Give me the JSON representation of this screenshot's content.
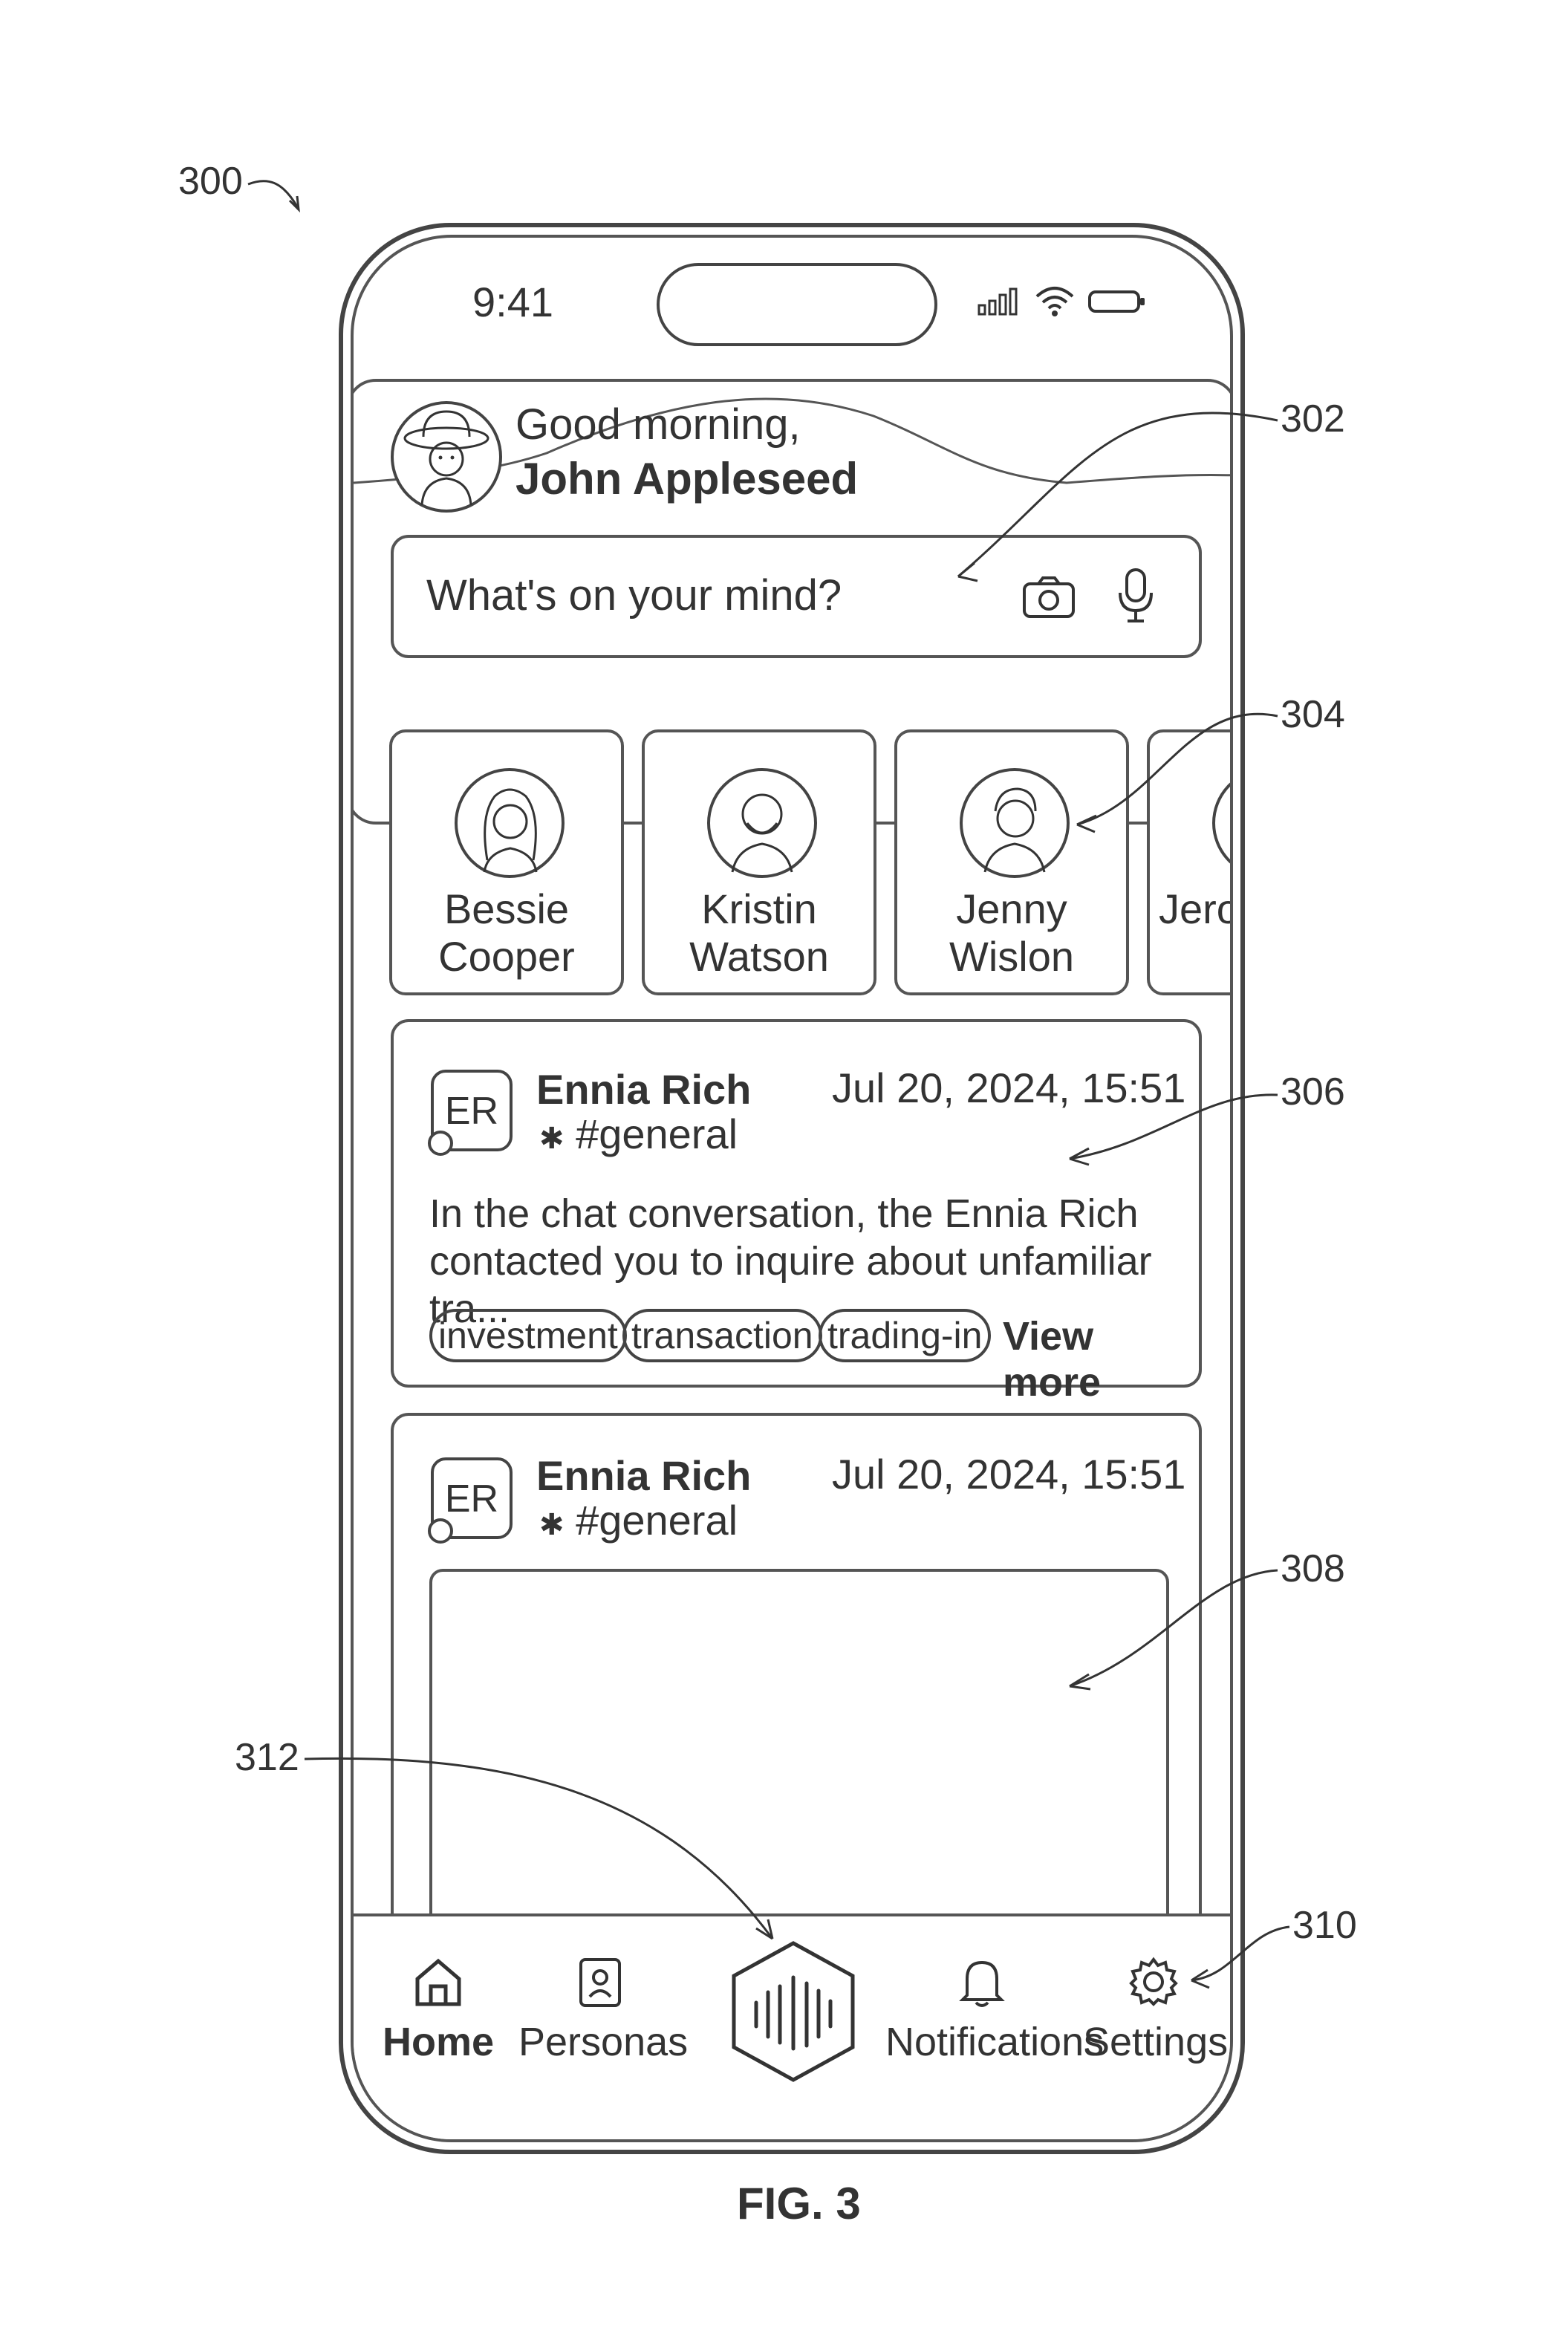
{
  "figure": {
    "caption": "FIG. 3",
    "refs": {
      "device": "300",
      "header": "302",
      "personas": "304",
      "post_summary": "306",
      "post_media": "308",
      "settings": "310",
      "center_button": "312"
    }
  },
  "status_bar": {
    "time": "9:41",
    "icons": [
      "signal-icon",
      "wifi-icon",
      "battery-icon"
    ]
  },
  "header": {
    "greeting": "Good morning,",
    "user_name": "John Appleseed",
    "search_placeholder": "What's on your mind?",
    "icons": [
      "camera-icon",
      "microphone-icon"
    ]
  },
  "personas": [
    {
      "first": "Bessie",
      "last": "Cooper"
    },
    {
      "first": "Kristin",
      "last": "Watson"
    },
    {
      "first": "Jenny",
      "last": "Wislon"
    },
    {
      "first": "Jero",
      "last": ""
    }
  ],
  "posts": [
    {
      "initials": "ER",
      "author": "Ennia Rich",
      "channel": "#general",
      "timestamp": "Jul 20, 2024, 15:51",
      "body_line1": "In the chat conversation, the Ennia Rich",
      "body_line2": "contacted you to inquire about unfamiliar tra...",
      "tags": [
        "investment",
        "transaction",
        "trading-in"
      ],
      "view_more": "View more"
    },
    {
      "initials": "ER",
      "author": "Ennia Rich",
      "channel": "#general",
      "timestamp": "Jul 20, 2024, 15:51"
    }
  ],
  "tab_bar": {
    "home": "Home",
    "personas": "Personas",
    "notifications": "Notifications",
    "settings": "Settings",
    "active": "Home"
  }
}
